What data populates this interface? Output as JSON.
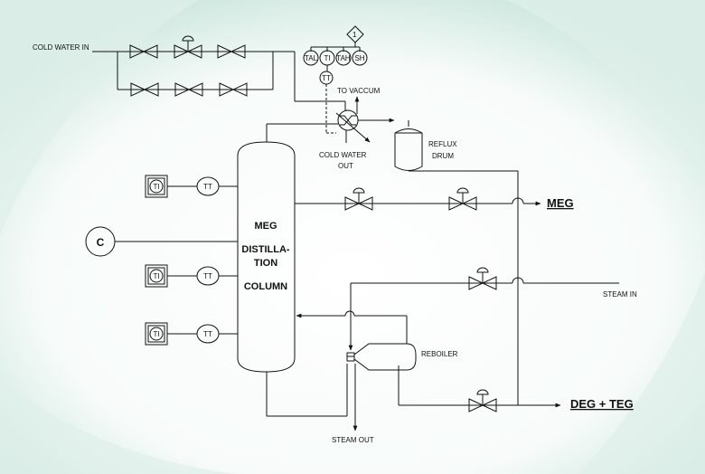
{
  "labels": {
    "cold_water_in": "COLD WATER IN",
    "to_vaccum": "TO VACCUM",
    "cold_water_out_1": "COLD WATER",
    "cold_water_out_2": "OUT",
    "reflux_1": "REFLUX",
    "reflux_2": "DRUM",
    "meg": "MEG",
    "steam_in": "STEAM IN",
    "reboiler": "REBOILER",
    "deg_teg": "DEG + TEG",
    "steam_out": "STEAM OUT"
  },
  "column": {
    "line1": "MEG",
    "line2": "DISTILLA-",
    "line3": "TION",
    "line4": "COLUMN"
  },
  "instruments": {
    "tal": "TAL",
    "ti_top": "TI",
    "tah": "TAH",
    "sh": "SH",
    "tt_top": "TT",
    "diamond": "1",
    "ti_1": "TI",
    "ti_2": "TI",
    "ti_3": "TI",
    "tt_1": "TT",
    "tt_2": "TT",
    "tt_3": "TT",
    "c": "C"
  },
  "colors": {
    "background_tint": "#cfe8e0",
    "line": "#111111"
  }
}
